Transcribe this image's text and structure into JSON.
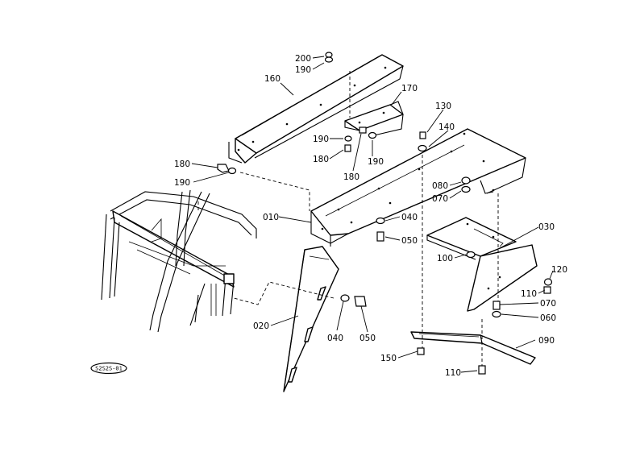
{
  "callouts": {
    "c200": "200",
    "c190a": "190",
    "c160": "160",
    "c170": "170",
    "c130": "130",
    "c140": "140",
    "c190b": "190",
    "c180a": "180",
    "c180b": "180",
    "c190c": "190",
    "c180c": "180",
    "c190d": "190",
    "c080": "080",
    "c070a": "070",
    "c010": "010",
    "c040a": "040",
    "c050a": "050",
    "c030": "030",
    "c100": "100",
    "c120": "120",
    "c110a": "110",
    "c070b": "070",
    "c060": "060",
    "c020": "020",
    "c040b": "040",
    "c050b": "050",
    "c090": "090",
    "c150": "150",
    "c110b": "110"
  },
  "stamp": {
    "code": "S2S2S-01"
  }
}
